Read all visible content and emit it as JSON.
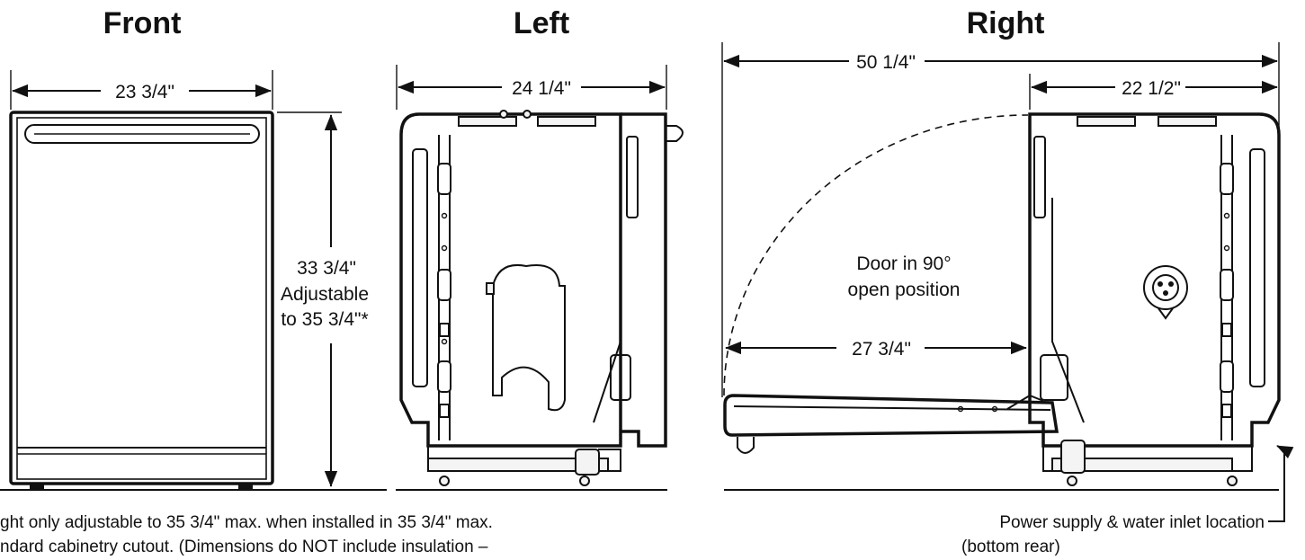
{
  "titles": {
    "front": "Front",
    "left": "Left",
    "right": "Right"
  },
  "dimensions": {
    "front_width": "23 3/4\"",
    "height_main": "33 3/4\"",
    "height_adjustable": "Adjustable",
    "height_max": "to 35 3/4\"*",
    "left_depth": "24 1/4\"",
    "right_total": "50 1/4\"",
    "right_depth": "22 1/2\"",
    "door_depth": "27 3/4\""
  },
  "labels": {
    "door_line1": "Door in 90°",
    "door_line2": "open position",
    "power_line1": "Power supply & water inlet location",
    "power_line2": "(bottom rear)"
  },
  "footnote": {
    "line1": "ght only adjustable to 35 3/4\" max. when installed in 35 3/4\" max.",
    "line2": "ndard cabinetry cutout. (Dimensions do NOT include insulation –"
  }
}
